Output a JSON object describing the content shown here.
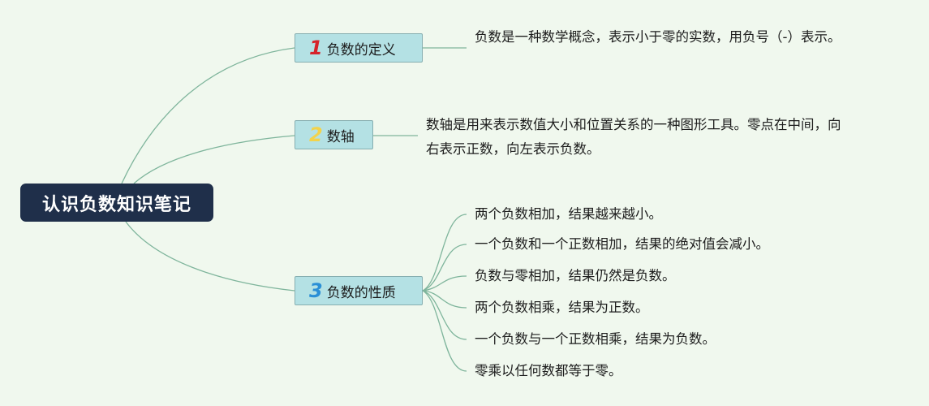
{
  "root": {
    "title": "认识负数知识笔记"
  },
  "branches": [
    {
      "number": "1",
      "number_color": "#d6232a",
      "label": "负数的定义"
    },
    {
      "number": "2",
      "number_color": "#f3d34a",
      "label": "数轴"
    },
    {
      "number": "3",
      "number_color": "#2b8fd6",
      "label": "负数的性质"
    }
  ],
  "definition": {
    "text": "负数是一种数学概念，表示小于零的实数，用负号（-）表示。"
  },
  "number_line": {
    "text": "数轴是用来表示数值大小和位置关系的一种图形工具。零点在中间，向右表示正数，向左表示负数。"
  },
  "properties": [
    "两个负数相加，结果越来越小。",
    "一个负数和一个正数相加，结果的绝对值会减小。",
    "负数与零相加，结果仍然是负数。",
    "两个负数相乘，结果为正数。",
    "一个负数与一个正数相乘，结果为负数。",
    "零乘以任何数都等于零。"
  ],
  "colors": {
    "background": "#f0f8ee",
    "root_fill": "#1f2f4a",
    "branch_fill": "#b4e1e4",
    "connector": "#7fb59c"
  }
}
